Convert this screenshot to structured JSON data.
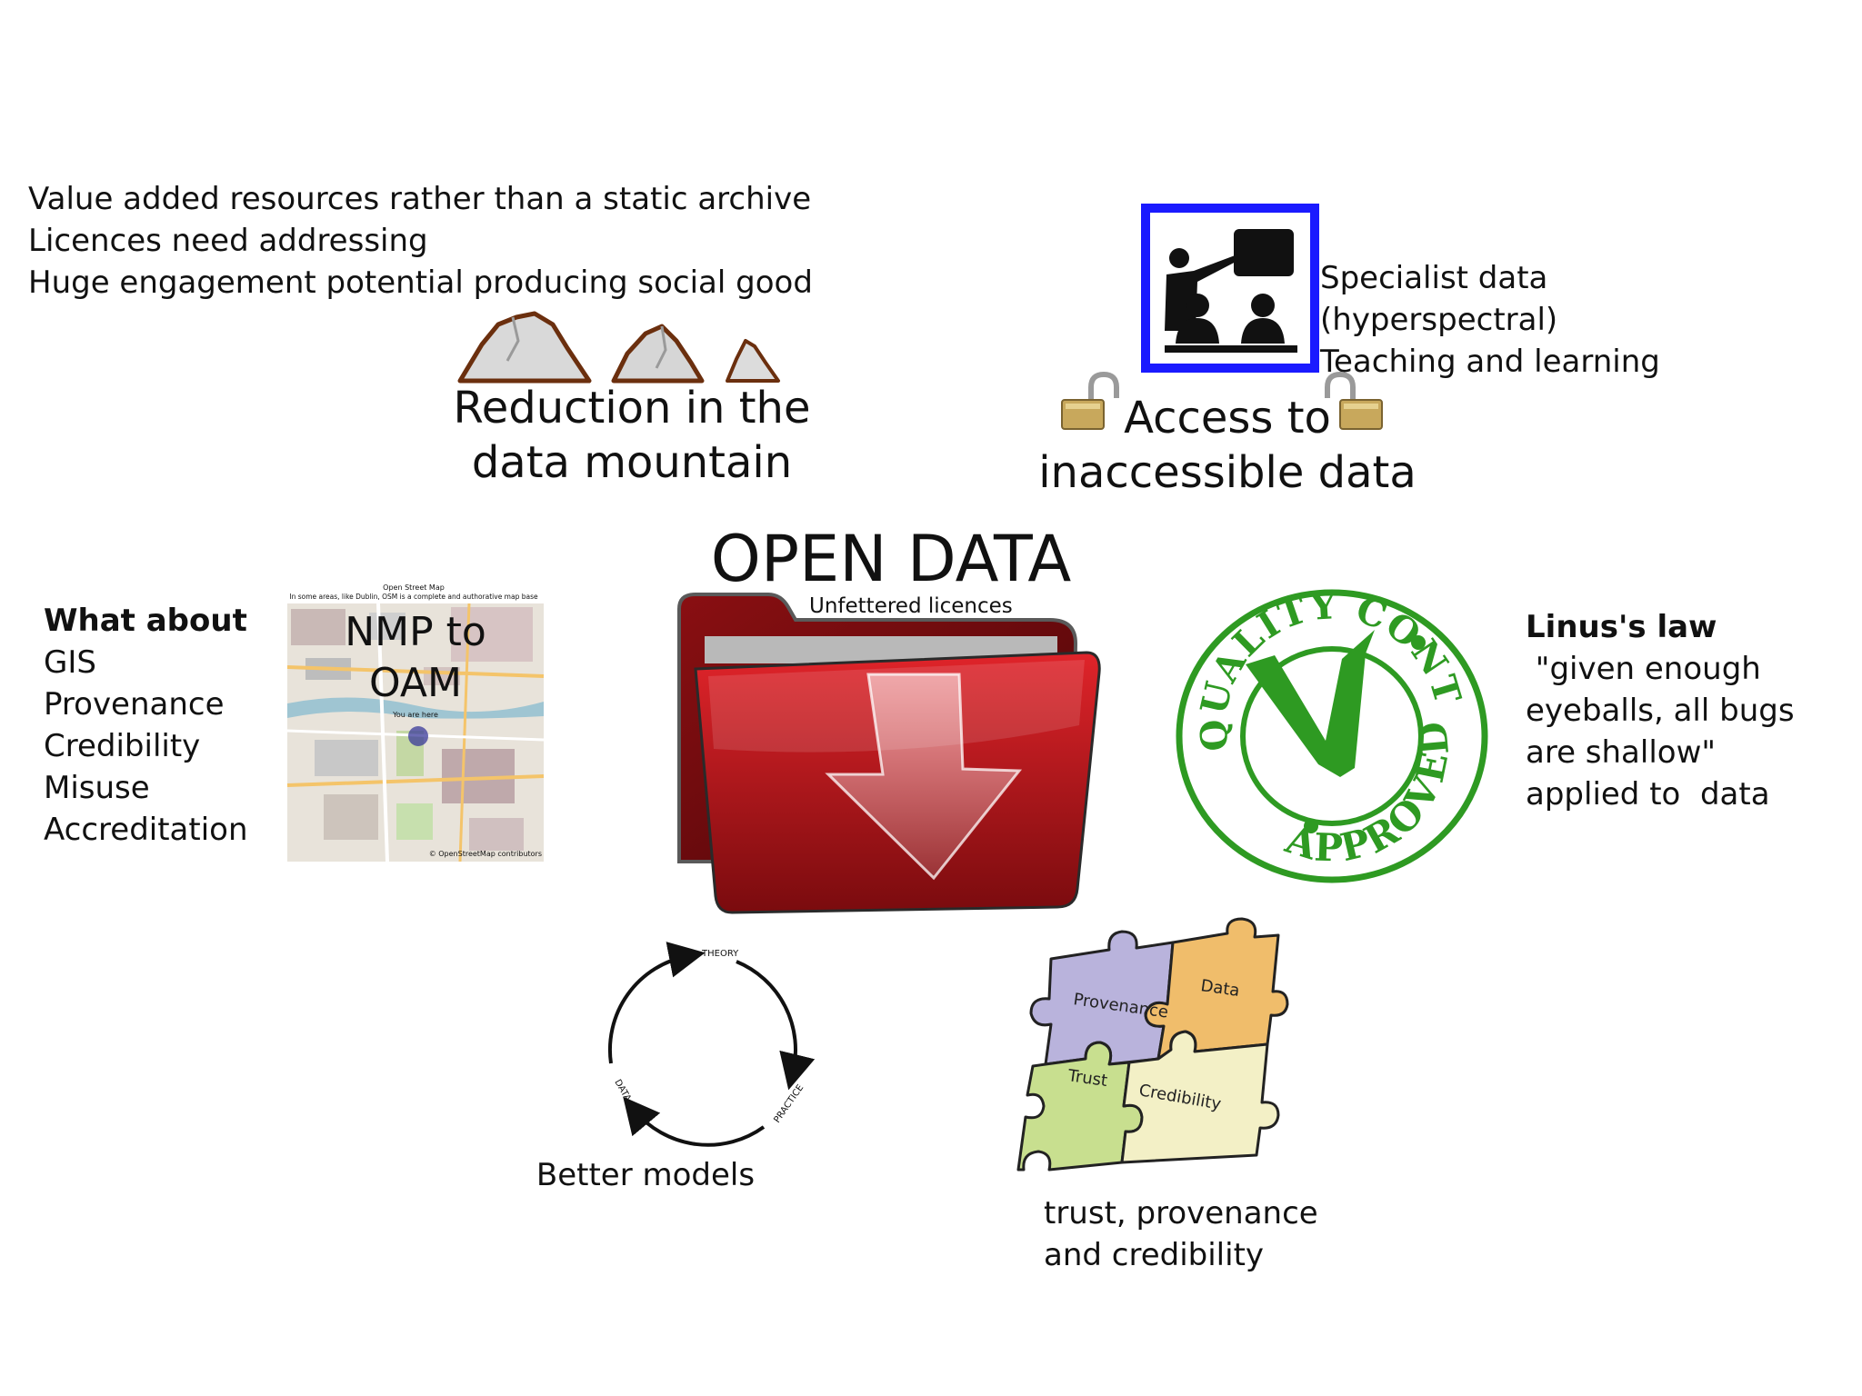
{
  "top_left": {
    "lines": [
      "Value added resources rather than a static archive",
      "Licences need addressing",
      "Huge engagement potential producing social good"
    ]
  },
  "mountain": {
    "lines": [
      "Reduction in the",
      "data mountain"
    ]
  },
  "access": {
    "side_lines": [
      "Specialist data",
      "(hyperspectral)",
      "Teaching and learning"
    ],
    "lines": [
      "Access to",
      "inaccessible data"
    ]
  },
  "center": {
    "title": "OPEN DATA",
    "subtitle": "Unfettered licences"
  },
  "what_about": {
    "heading": "What about",
    "items": [
      "GIS",
      "Provenance",
      "Credibility",
      "Misuse",
      "Accreditation"
    ]
  },
  "map": {
    "header_title": "Open Street Map",
    "header_text": "In some areas, like Dublin, OSM is a complete and authorative map base",
    "overlay_lines": [
      "NMP to",
      "OAM"
    ],
    "marker_label": "You are here",
    "attribution": "© OpenStreetMap contributors"
  },
  "linus": {
    "heading": "Linus's law",
    "lines": [
      " \"given enough",
      "eyeballs, all bugs",
      "are shallow\"",
      "applied to  data"
    ]
  },
  "stamp": {
    "top_text": "QUALITY CONTROL",
    "bottom_text": "APPROVED"
  },
  "cycle": {
    "labels": [
      "THEORY",
      "PRACTICE",
      "DATA"
    ],
    "caption": "Better models"
  },
  "puzzle": {
    "pieces": [
      "Provenance",
      "Data",
      "Trust",
      "Credibility"
    ],
    "caption_lines": [
      "trust, provenance",
      "and credibility"
    ]
  },
  "colors": {
    "teaching_border": "#1a1aff",
    "stamp_green": "#2e9a22",
    "folder_red": "#b01419",
    "puzzle_purple": "#b9b3dc",
    "puzzle_orange": "#f0bd6b",
    "puzzle_green": "#c8df8f",
    "puzzle_cream": "#f3f0c6"
  }
}
